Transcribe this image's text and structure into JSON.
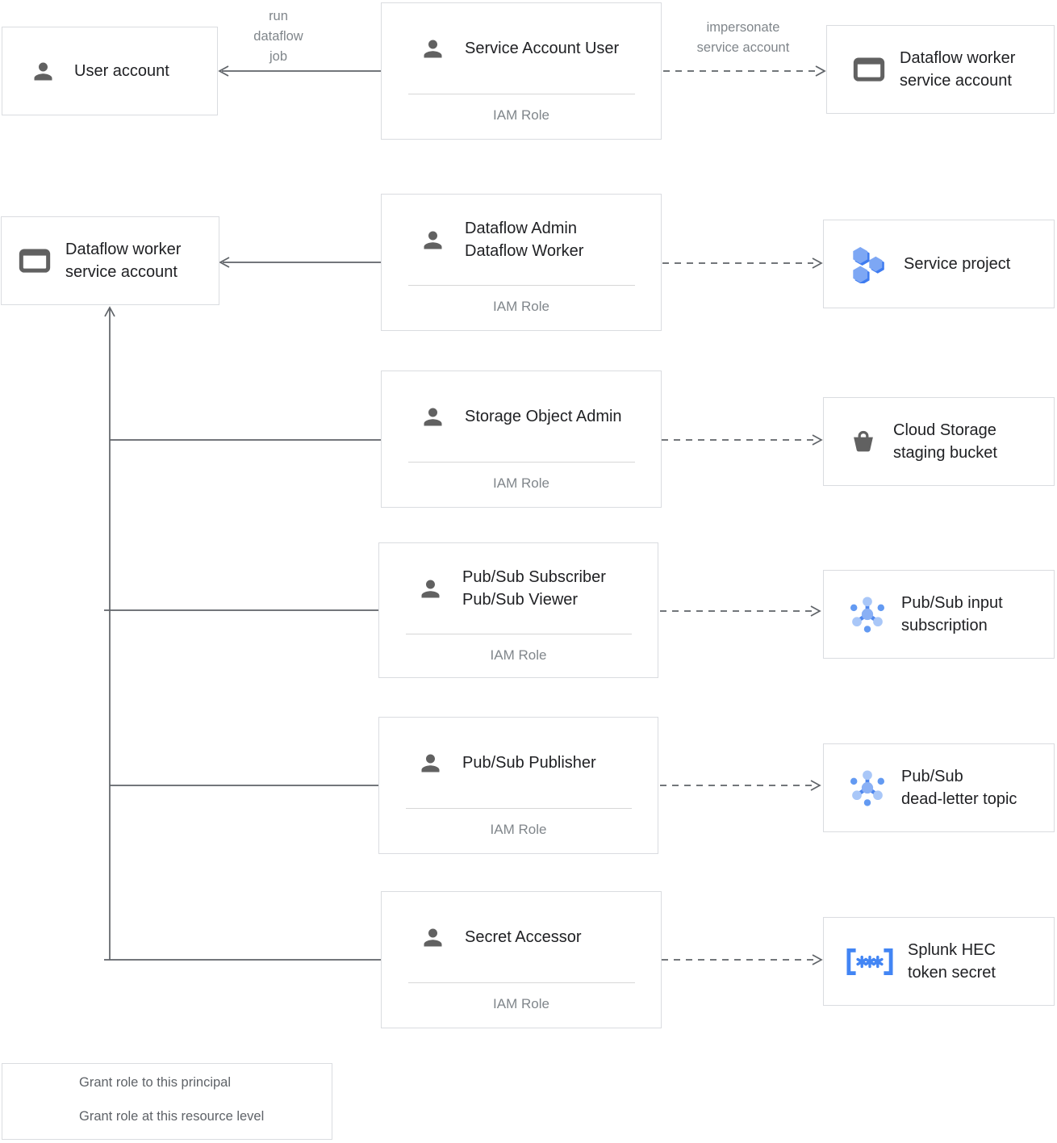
{
  "role_boxes": [
    {
      "line1": "Service Account User",
      "line2": "",
      "iam_label": "IAM Role"
    },
    {
      "line1": "Dataflow Admin",
      "line2": "Dataflow Worker",
      "iam_label": "IAM Role"
    },
    {
      "line1": "Storage Object Admin",
      "line2": "",
      "iam_label": "IAM Role"
    },
    {
      "line1": "Pub/Sub Subscriber",
      "line2": "Pub/Sub Viewer",
      "iam_label": "IAM Role"
    },
    {
      "line1": "Pub/Sub Publisher",
      "line2": "",
      "iam_label": "IAM Role"
    },
    {
      "line1": "Secret Accessor",
      "line2": "",
      "iam_label": "IAM Role"
    }
  ],
  "left_boxes": [
    {
      "line1": "User account",
      "line2": "",
      "icon": "person-icon"
    },
    {
      "line1": "Dataflow worker",
      "line2": "service account",
      "icon": "service-account-card-icon"
    }
  ],
  "right_boxes": [
    {
      "line1": "Dataflow worker",
      "line2": "service account",
      "icon": "service-account-card-icon"
    },
    {
      "line1": "Service project",
      "line2": "",
      "icon": "service-project-hexagons-icon"
    },
    {
      "line1": "Cloud Storage",
      "line2": "staging bucket",
      "icon": "storage-bucket-icon"
    },
    {
      "line1": "Pub/Sub input",
      "line2": "subscription",
      "icon": "pubsub-icon"
    },
    {
      "line1": "Pub/Sub",
      "line2": "dead-letter topic",
      "icon": "pubsub-icon"
    },
    {
      "line1": "Splunk HEC",
      "line2": "token secret",
      "icon": "secret-token-icon"
    }
  ],
  "edge_labels": {
    "run_job": [
      "run",
      "dataflow",
      "job"
    ],
    "impersonate": [
      "impersonate",
      "service account"
    ]
  },
  "legend": {
    "solid_label": "Grant role to this principal",
    "dashed_label": "Grant role at this resource level"
  },
  "colors": {
    "box_border": "#dadce0",
    "title_text": "#202124",
    "muted_text": "#80868b",
    "legend_text": "#5f6368",
    "line": "#5f6368",
    "gray_icon": "#616161",
    "blue": "#4285f4",
    "hexagon_light": "#7da7f4",
    "hexagon_dark": "#3e7bf0",
    "pubsub_node_light": "#a9c7f8",
    "pubsub_dot_mid": "#639af2",
    "pubsub_center": "#8ab0f5"
  }
}
